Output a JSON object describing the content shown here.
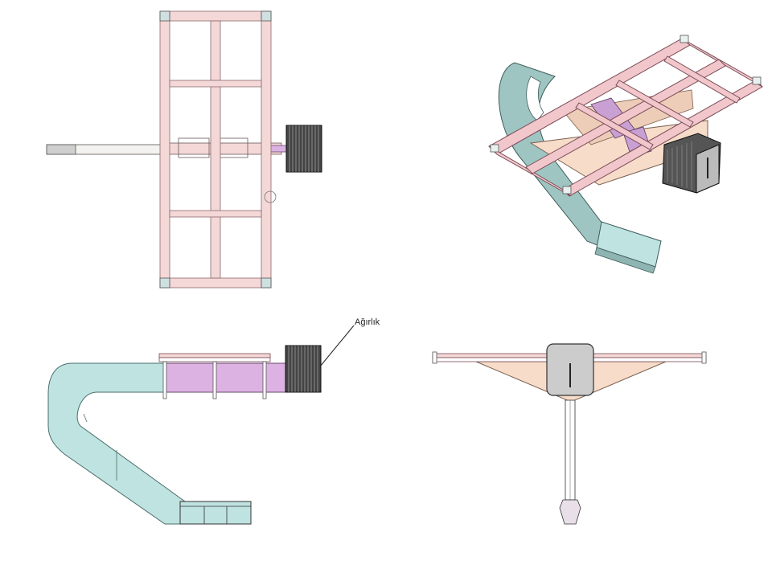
{
  "drawing": {
    "annotation": "Ağırlık",
    "colors": {
      "frame": "#f4d7d7",
      "frame_stroke": "#8a6a6a",
      "boom": "#bfe3e0",
      "boom_stroke": "#4a6e6c",
      "body_purple": "#dcb2e3",
      "body_purple_stroke": "#6a4a6e",
      "weight": "#333333",
      "plate_tan": "#f6dcc9",
      "plate_tan_stroke": "#7a6050",
      "gray_block": "#cccccc",
      "line": "#222222"
    },
    "views": [
      "top-view",
      "isometric-view",
      "side-view",
      "front-view"
    ]
  }
}
